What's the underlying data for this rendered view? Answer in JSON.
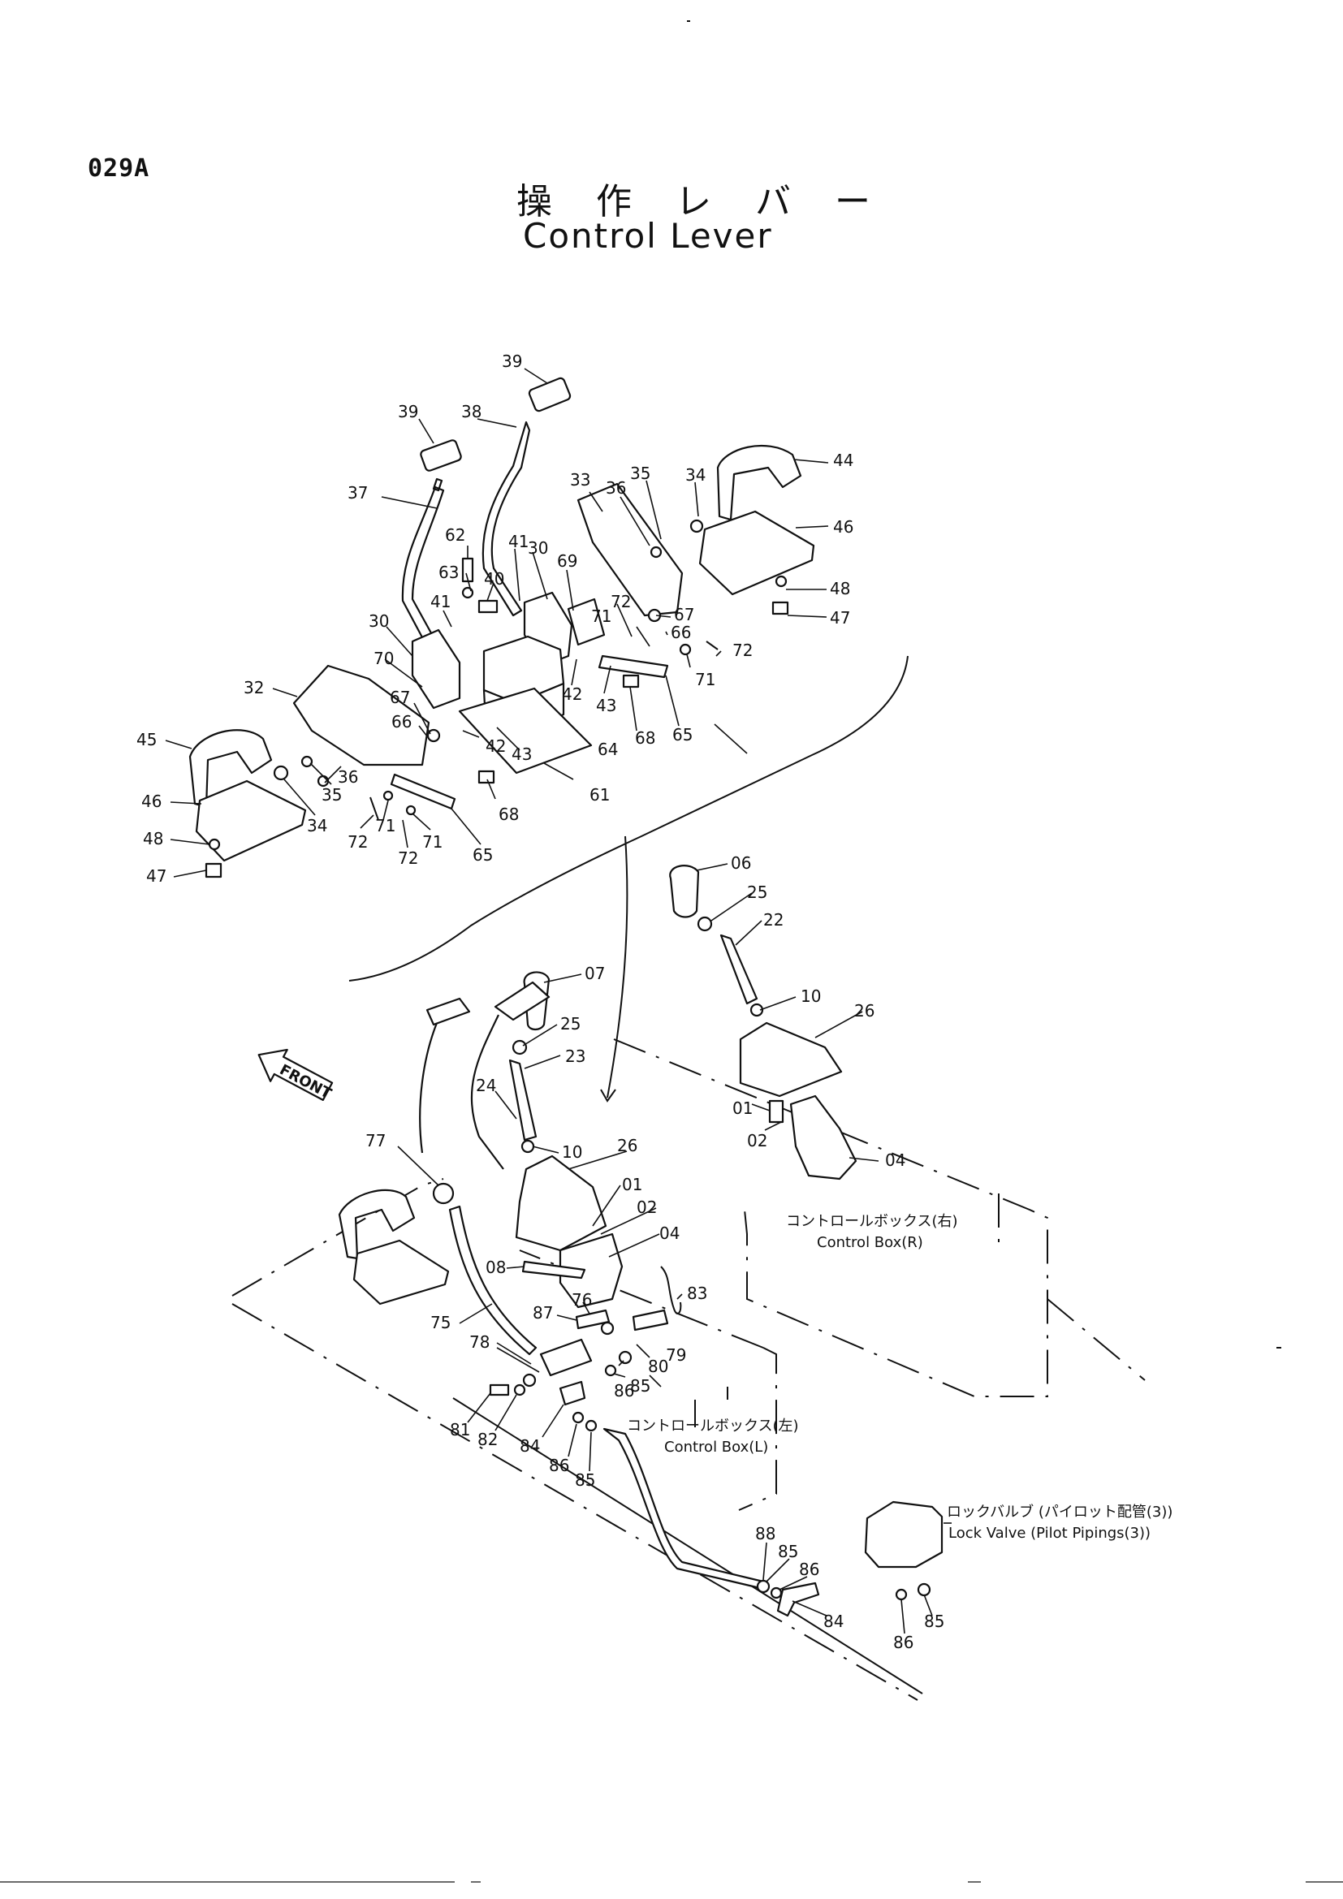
{
  "page_code": "029A",
  "title_ja": "操 作 レ バ ー",
  "title_en": "Control Lever",
  "callouts": {
    "c39a": "39",
    "c39b": "39",
    "c38": "38",
    "c37": "37",
    "c33": "33",
    "c35a": "35",
    "c34a": "34",
    "c36a": "36",
    "c44": "44",
    "c46a": "46",
    "c48a": "48",
    "c47a": "47",
    "c62": "62",
    "c63": "63",
    "c40": "40",
    "c41a": "41",
    "c30a": "30",
    "c41b": "41",
    "c69": "69",
    "c72a": "72",
    "c67a": "67",
    "c66a": "66",
    "c72b": "72",
    "c71a": "71",
    "c71b": "71",
    "c30b": "30",
    "c70": "70",
    "c42a": "42",
    "c43a": "43",
    "c68a": "68",
    "c65a": "65",
    "c32": "32",
    "c67b": "67",
    "c66b": "66",
    "c42b": "42",
    "c43b": "43",
    "c64": "64",
    "c61": "61",
    "c45": "45",
    "c36b": "36",
    "c35b": "35",
    "c68b": "68",
    "c46b": "46",
    "c34b": "34",
    "c48b": "48",
    "c47b": "47",
    "c72c": "72",
    "c71c": "71",
    "c71d": "71",
    "c72d": "72",
    "c65b": "65",
    "c06": "06",
    "c25a": "25",
    "c22": "22",
    "c10a": "10",
    "c26a": "26",
    "c01a": "01",
    "c02a": "02",
    "c04a": "04",
    "c07": "07",
    "c25b": "25",
    "c23": "23",
    "c24": "24",
    "c10b": "10",
    "c77": "77",
    "c26b": "26",
    "c01b": "01",
    "c02b": "02",
    "c04b": "04",
    "c08": "08",
    "c83": "83",
    "c76": "76",
    "c87": "87",
    "c75": "75",
    "c78": "78",
    "c80": "80",
    "c79": "79",
    "c85a": "85",
    "c86a": "86",
    "c81": "81",
    "c82": "82",
    "c84a": "84",
    "c86b": "86",
    "c85b": "85",
    "c88": "88",
    "c85c": "85",
    "c86c": "86",
    "c84b": "84",
    "c86d": "86",
    "c85d": "85"
  },
  "front_label": "FRONT",
  "notes": {
    "box_r_ja": "コントロールボックス(右)",
    "box_r_en": "Control Box(R)",
    "box_l_ja": "コントロールボックス(左)",
    "box_l_en": "Control Box(L)",
    "lock_ja": "ロックバルブ (パイロット配管(3))",
    "lock_en": "Lock Valve (Pilot Pipings(3))"
  }
}
